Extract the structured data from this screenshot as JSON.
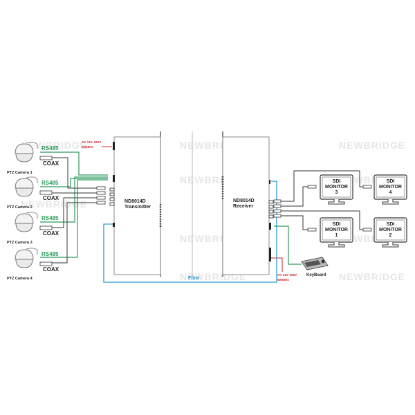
{
  "watermark": "NEWBRIDGE",
  "cameras": [
    {
      "label": "PTZ Camera 1",
      "rs485": "RS485",
      "coax": "COAX"
    },
    {
      "label": "PTZ Camera 2",
      "rs485": "RS485",
      "coax": "COAX"
    },
    {
      "label": "PTZ Camera 3",
      "rs485": "RS485",
      "coax": "COAX"
    },
    {
      "label": "PTZ Camera 4",
      "rs485": "RS485",
      "coax": "COAX"
    }
  ],
  "transmitter": {
    "model": "ND8014D",
    "role": "Transmitter",
    "power": "AC 110~260V",
    "freq": "50/60Hz"
  },
  "receiver": {
    "model": "ND8014D",
    "role": "Receiver",
    "power": "AC 110~260V",
    "freq": "50/60Hz"
  },
  "fiber_label": "Fiber",
  "keyboard_label": "KeyBoard",
  "monitors": [
    {
      "l1": "SDI",
      "l2": "MONITOR",
      "n": "3"
    },
    {
      "l1": "SDI",
      "l2": "MONITOR",
      "n": "4"
    },
    {
      "l1": "SDI",
      "l2": "MONITOR",
      "n": "1"
    },
    {
      "l1": "SDI",
      "l2": "MONITOR",
      "n": "2"
    }
  ],
  "colors": {
    "rs485": "#2a9a5a",
    "fiber": "#2a9ad6",
    "power": "#d02020",
    "cable": "#333333"
  }
}
